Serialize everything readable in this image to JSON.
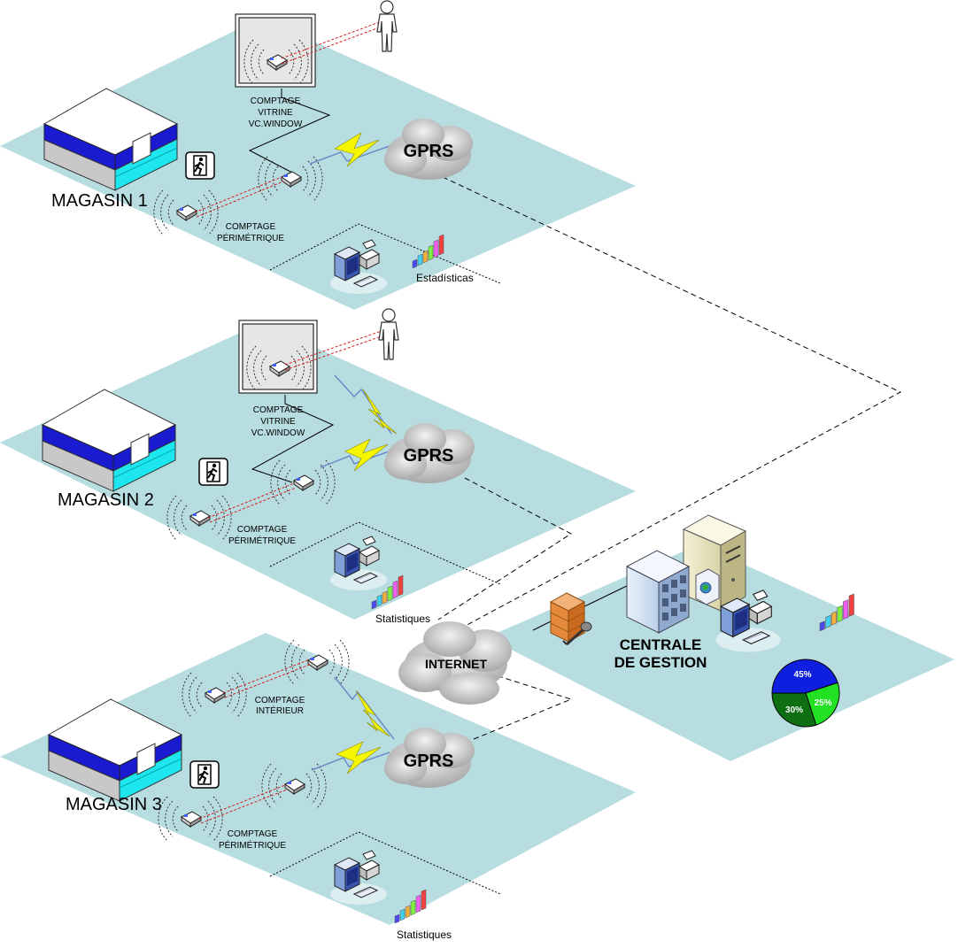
{
  "stores": [
    {
      "name": "MAGASIN 1",
      "window_label": [
        "COMPTAGE",
        "VITRINE",
        "VC.WINDOW"
      ],
      "perimeter_label": [
        "COMPTAGE",
        "PÉRIMÉTRIQUE"
      ],
      "network_label": "GPRS",
      "stats_label": "Estadísticas"
    },
    {
      "name": "MAGASIN 2",
      "window_label": [
        "COMPTAGE",
        "VITRINE",
        "VC.WINDOW"
      ],
      "perimeter_label": [
        "COMPTAGE",
        "PÉRIMÉTRIQUE"
      ],
      "network_label": "GPRS",
      "stats_label": "Statistiques"
    },
    {
      "name": "MAGASIN 3",
      "interior_label": [
        "COMPTAGE",
        "INTÉRIEUR"
      ],
      "perimeter_label": [
        "COMPTAGE",
        "PÉRIMÉTRIQUE"
      ],
      "network_label": "GPRS",
      "stats_label": "Statistiques"
    }
  ],
  "internet_label": "INTERNET",
  "central": {
    "title_line1": "CENTRALE",
    "title_line2": "DE GESTION",
    "pie": [
      {
        "label": "45%",
        "value": 45,
        "color": "#0f1fe0"
      },
      {
        "label": "25%",
        "value": 25,
        "color": "#22e022"
      },
      {
        "label": "30%",
        "value": 30,
        "color": "#0d6e12"
      }
    ]
  },
  "colors": {
    "floor": "#b8dde0",
    "building_band": "#1a1ad0",
    "building_accent": "#1ee6ee",
    "cloud": "#c8c8c8",
    "laser": "#d22020",
    "lightning": "#f6f600"
  }
}
